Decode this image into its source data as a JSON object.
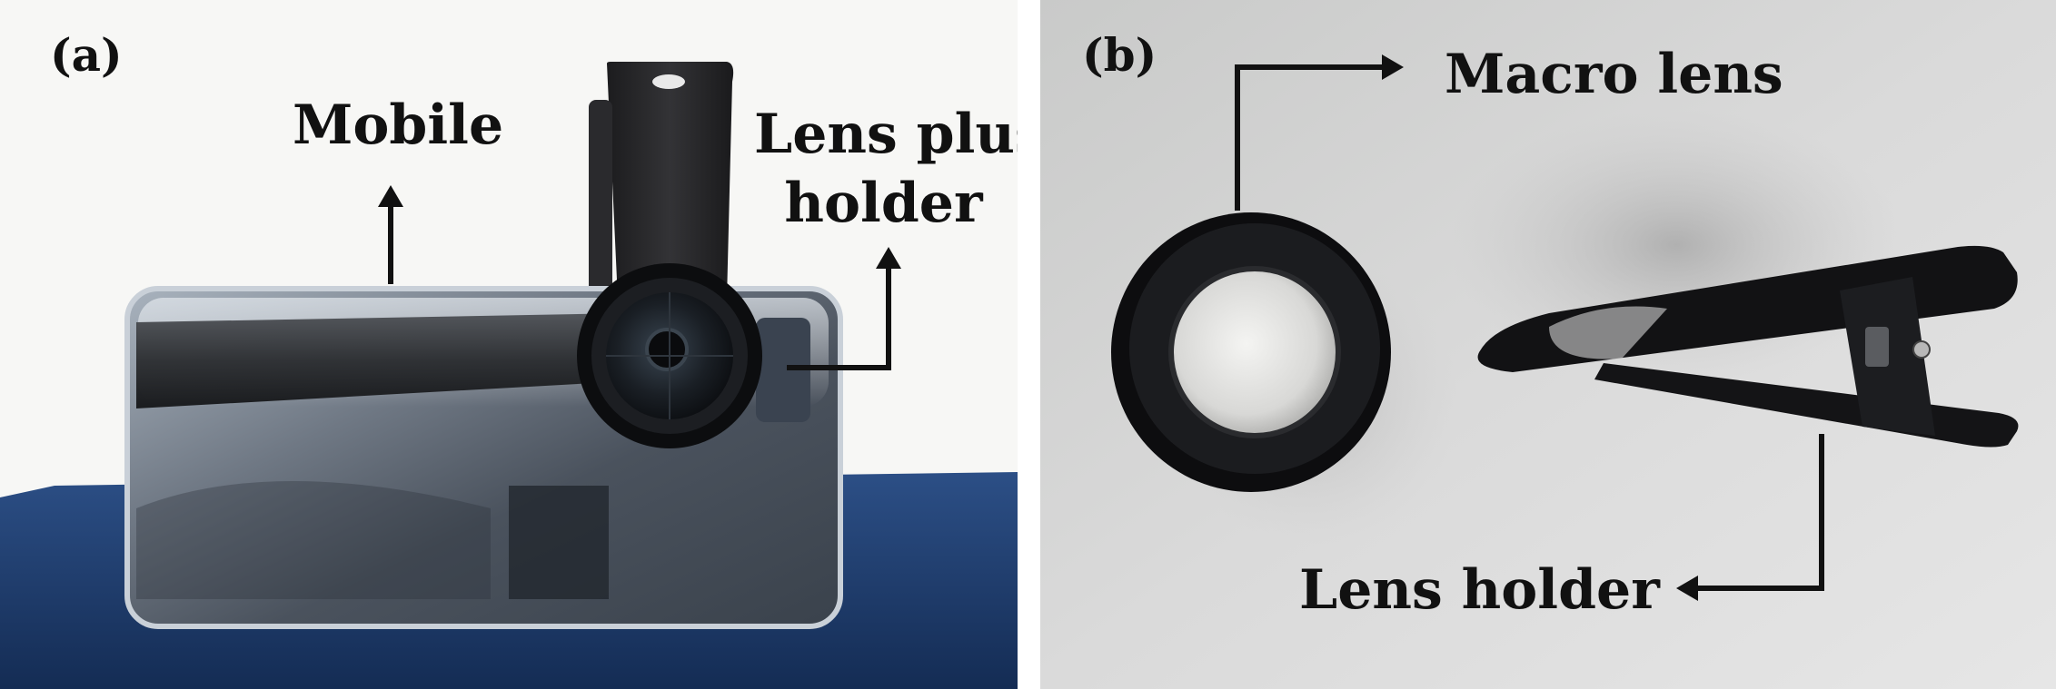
{
  "panels": [
    {
      "letter": "(a)",
      "labels": {
        "mobile": "Mobile",
        "lens_plus_holder_line1": "Lens plus",
        "lens_plus_holder_line2": "holder"
      }
    },
    {
      "letter": "(b)",
      "labels": {
        "macro_lens": "Macro lens",
        "lens_holder": "Lens holder"
      }
    }
  ],
  "colors": {
    "arrow": "#111111",
    "table_blue": "#1f3f6e",
    "wall_white": "#f7f7f5",
    "backdrop_grey": "#dcdcdc"
  }
}
